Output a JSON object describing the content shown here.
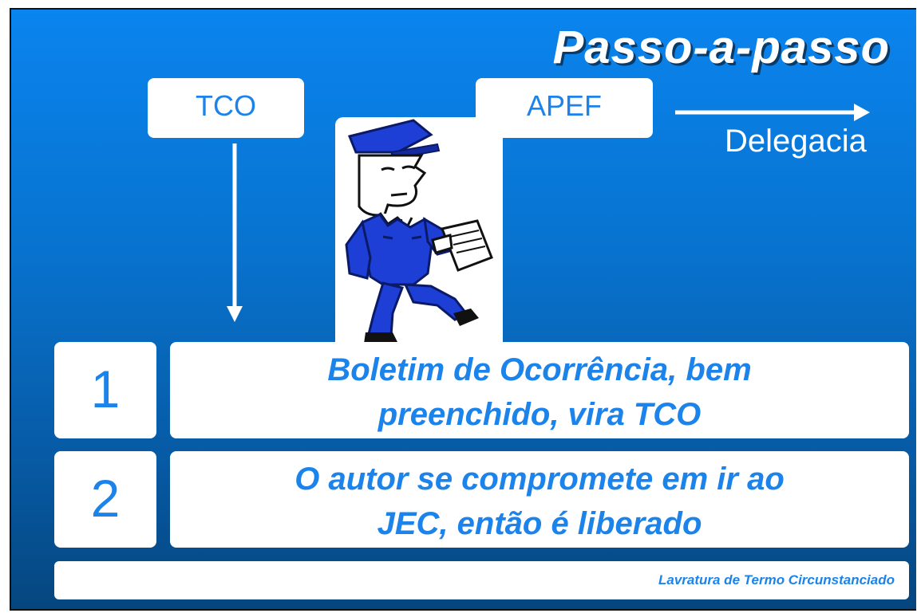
{
  "title": "Passo-a-passo",
  "labels": {
    "tco": "TCO",
    "apef": "APEF",
    "delegacia": "Delegacia"
  },
  "steps": [
    {
      "number": "1",
      "line1": "Boletim de Ocorrência, bem",
      "line2": "preenchido, vira TCO"
    },
    {
      "number": "2",
      "line1": "O autor se compromete em ir ao",
      "line2": "JEC, então é liberado"
    }
  ],
  "footer": "Lavratura de Termo Circunstanciado",
  "colors": {
    "background_top": "#0a84ee",
    "background_bottom": "#05467f",
    "text_blue": "#1b83ea",
    "box": "#ffffff"
  },
  "icons": {
    "figure": "police-officer-clipboard-icon"
  }
}
